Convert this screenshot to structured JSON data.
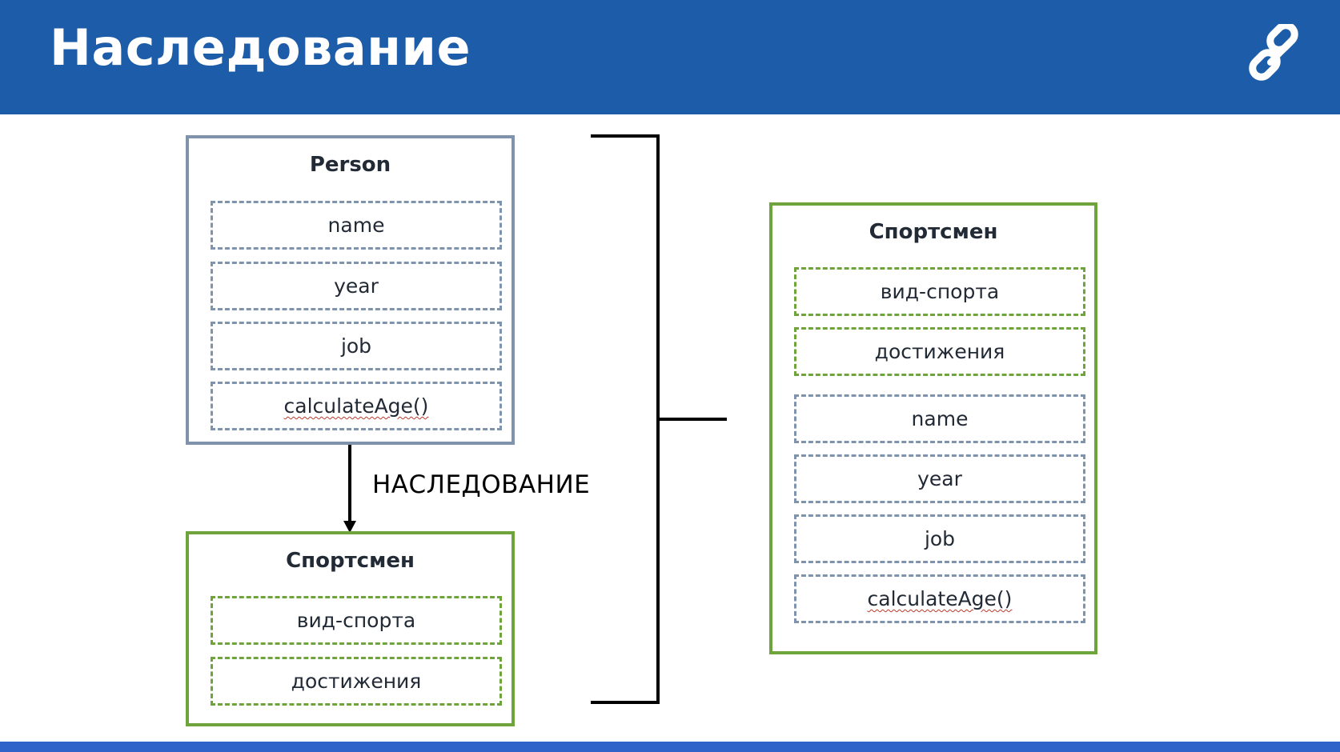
{
  "header": {
    "title": "Наследование",
    "icon": "link-icon"
  },
  "left_parent": {
    "title": "Person",
    "fields": [
      "name",
      "year",
      "job",
      "calculateAge()"
    ]
  },
  "inheritance_label": "НАСЛЕДОВАНИЕ",
  "left_child": {
    "title": "Спортсмен",
    "fields": [
      "вид-спорта",
      "достижения"
    ]
  },
  "right_result": {
    "title": "Спортсмен",
    "own_fields": [
      "вид-спорта",
      "достижения"
    ],
    "inherited_fields": [
      "name",
      "year",
      "job",
      "calculateAge()"
    ]
  },
  "colors": {
    "header_bg": "#1c5ca8",
    "footer_bar": "#2f63c9",
    "parent_border": "#7f93ad",
    "child_border": "#6ea43b",
    "text": "#222a36"
  }
}
